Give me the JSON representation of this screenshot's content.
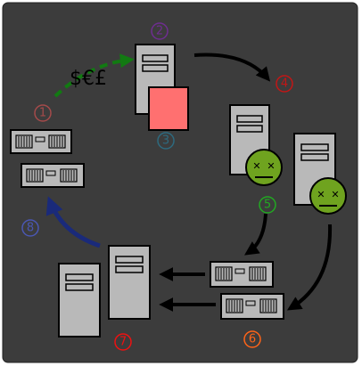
{
  "diagram": {
    "currency_label": "$€£",
    "step_labels": [
      "1",
      "2",
      "3",
      "4",
      "5",
      "6",
      "7",
      "8"
    ],
    "colors": {
      "background": "#3c3c3c",
      "server_body": "#b9b9b9",
      "payment_arrow": "#127a12",
      "return_arrow": "#1a2a7a",
      "flow_arrow": "#000000",
      "payload": "#ff7070",
      "face": "#6fa31f",
      "step1": "#a44a4a",
      "step2": "#6e2e90",
      "step3": "#2d6a7f",
      "step4": "#c21616",
      "step5": "#22a822",
      "step6": "#ff6418",
      "step7": "#ee1111",
      "step8": "#4a57b2"
    }
  }
}
